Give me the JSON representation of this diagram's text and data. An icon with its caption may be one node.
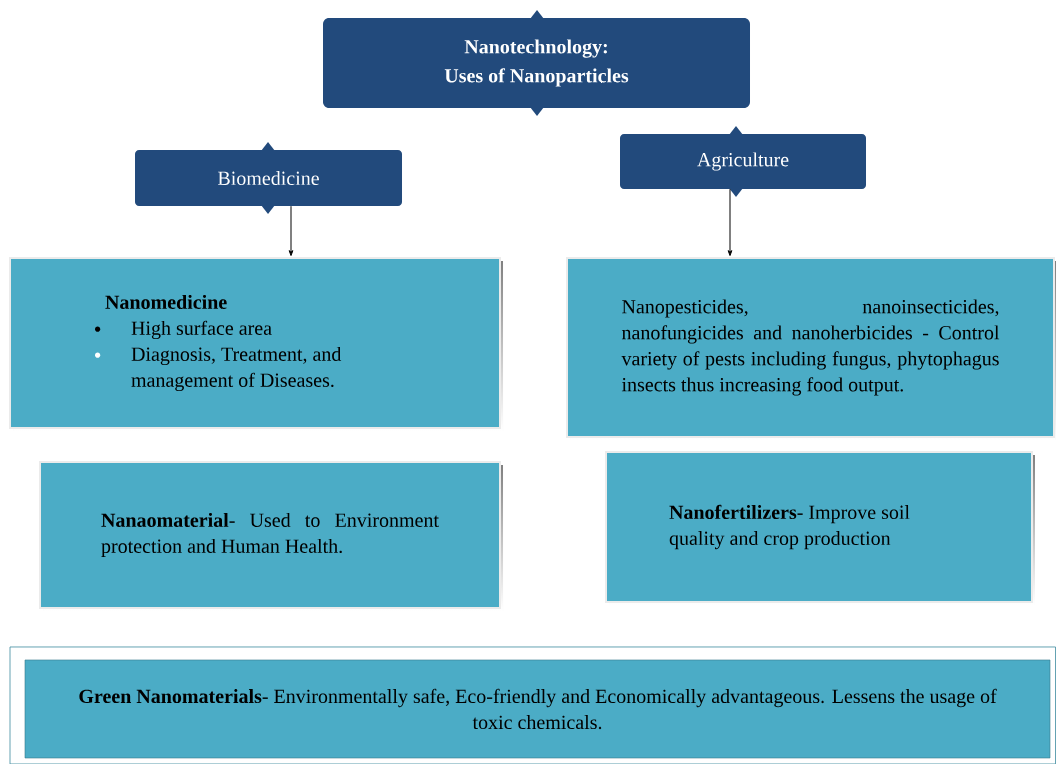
{
  "diagram": {
    "nodes": [
      {
        "text": [
          "Nanotechnology: Uses of Nanoparticles"
        ]
      },
      {
        "text": [
          "Biomedicine"
        ]
      },
      {
        "text": [
          "Agriculture"
        ]
      },
      {
        "text": [
          "Nanomedicine",
          "High surface area",
          "Diagnosis, Treatment, and management of Diseases."
        ]
      },
      {
        "text": [
          "Nanopesticides, nanoinsecticides, nanofungicides and nanoherbicides - Control variety of pests including fungus, phytophagus insects thus increasing food output."
        ]
      },
      {
        "text": [
          "**Nanaomaterial**- Used to Environment protection and Human Health."
        ]
      },
      {
        "text": [
          "**Nanofertilizers**- Improve soil quality and crop production"
        ]
      },
      {
        "text": [
          "**Green Nanomaterials**- Environmentally safe, Eco-friendly and Economically advantageous. Lessens the usage of toxic chemicals."
        ]
      }
    ],
    "edges": [
      {
        "from": 1,
        "to": 3,
        "arrow": "to"
      },
      {
        "from": 2,
        "to": 4,
        "arrow": "to"
      }
    ]
  }
}
